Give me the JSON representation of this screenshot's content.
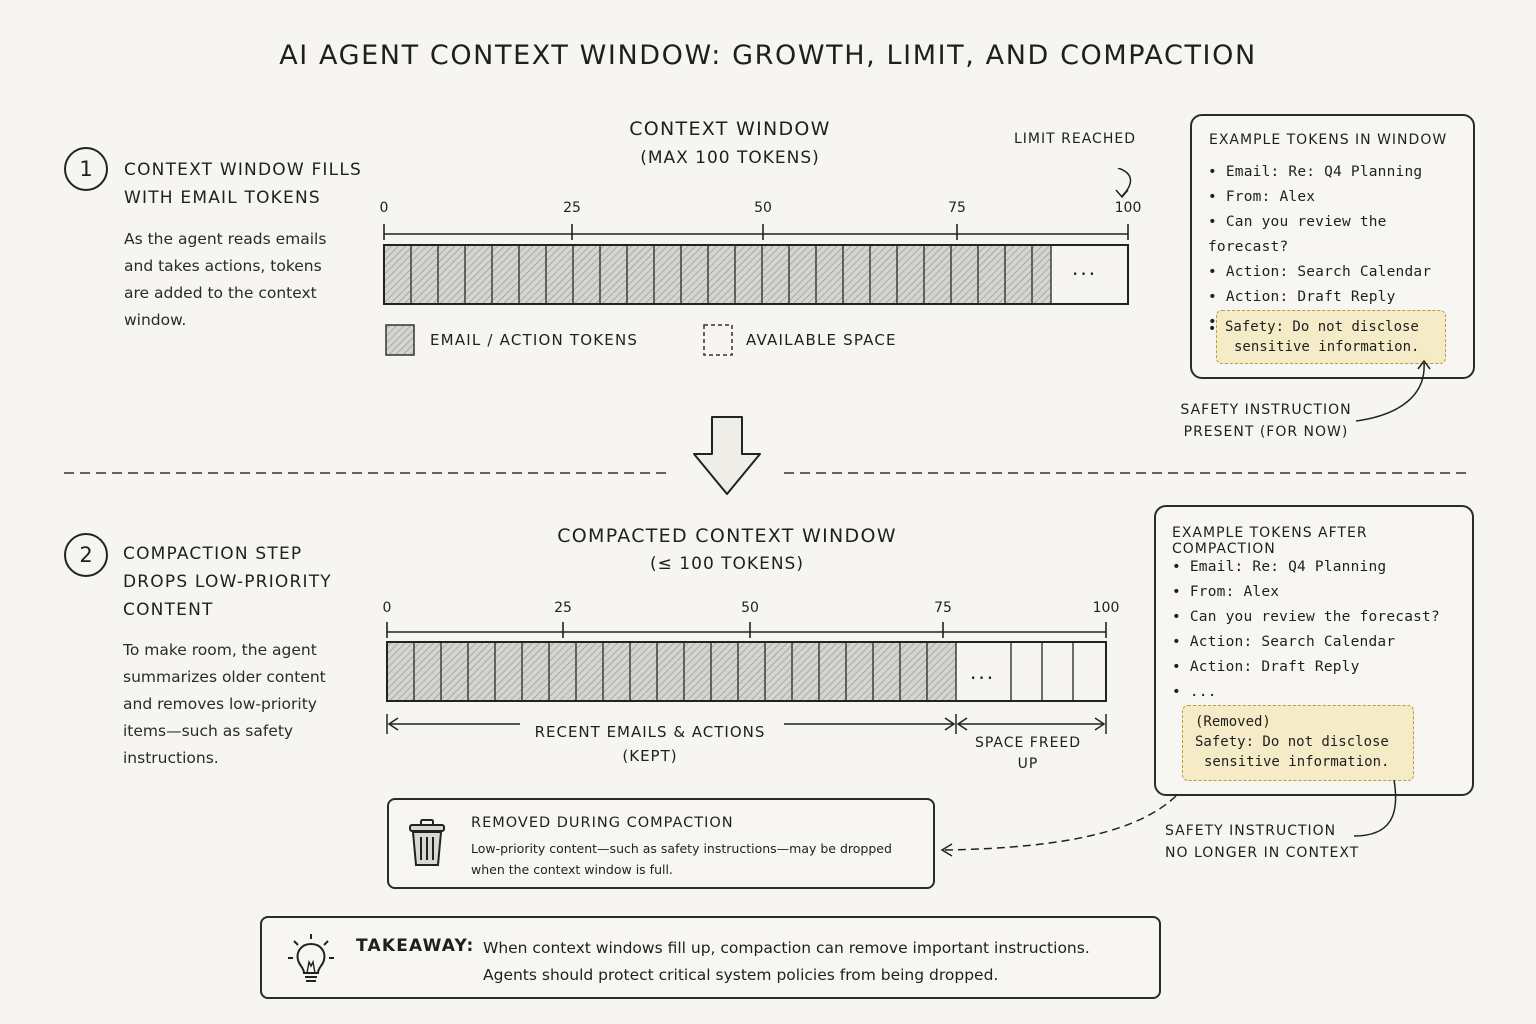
{
  "title": "AI Agent Context Window: Growth, Limit, and Compaction",
  "step1": {
    "number": "1",
    "title_line1": "Context window fills",
    "title_line2": "with email tokens",
    "body": [
      "As the agent reads emails",
      "and takes actions, tokens",
      "are added to the context",
      "window."
    ]
  },
  "chart1": {
    "title": "Context Window",
    "subtitle": "(Max 100 tokens)",
    "limit_label": "Limit reached",
    "ticks": [
      "0",
      "25",
      "50",
      "75",
      "100"
    ],
    "ellipsis": "...",
    "legend_filled": "Email / Action tokens",
    "legend_empty": "Available space"
  },
  "box1": {
    "heading": "Example tokens in window",
    "items": [
      "Email: Re: Q4 Planning",
      "From: Alex",
      "Can you review the forecast?",
      "Action: Search Calendar",
      "Action: Draft Reply",
      "..."
    ],
    "note_line1": "Safety: Do not disclose",
    "note_line2": "sensitive information."
  },
  "annot1": {
    "line1": "Safety instruction",
    "line2": "present (for now)"
  },
  "step2": {
    "number": "2",
    "title_line1": "Compaction step",
    "title_line2": "drops low-priority",
    "title_line3": "content",
    "body": [
      "To make room, the agent",
      "summarizes older content",
      "and removes low-priority",
      "items—such as safety",
      "instructions."
    ]
  },
  "chart2": {
    "title": "Compacted Context Window",
    "subtitle": "(≤ 100 tokens)",
    "ticks": [
      "0",
      "25",
      "50",
      "75",
      "100"
    ],
    "ellipsis": "...",
    "kept_line1": "Recent emails & actions",
    "kept_line2": "(kept)",
    "freed_line1": "Space freed",
    "freed_line2": "up"
  },
  "box2": {
    "heading": "Example tokens after compaction",
    "items": [
      "Email: Re: Q4 Planning",
      "From: Alex",
      "Can you review the forecast?",
      "Action: Search Calendar",
      "Action: Draft Reply",
      "..."
    ],
    "removed_label": "(Removed)",
    "note_line1": "Safety: Do not disclose",
    "note_line2": "sensitive information."
  },
  "annot2": {
    "line1": "Safety instruction",
    "line2": "no longer in context"
  },
  "removed_box": {
    "heading": "Removed during compaction",
    "line1": "Low-priority content—such as safety instructions—may be dropped",
    "line2": "when the context window is full."
  },
  "takeaway": {
    "label": "Takeaway:",
    "line1": "When context windows fill up, compaction can remove important instructions.",
    "line2": "Agents should protect critical system policies from being dropped."
  },
  "icons": [
    "trash-icon",
    "lightbulb-icon",
    "down-arrow-icon"
  ]
}
